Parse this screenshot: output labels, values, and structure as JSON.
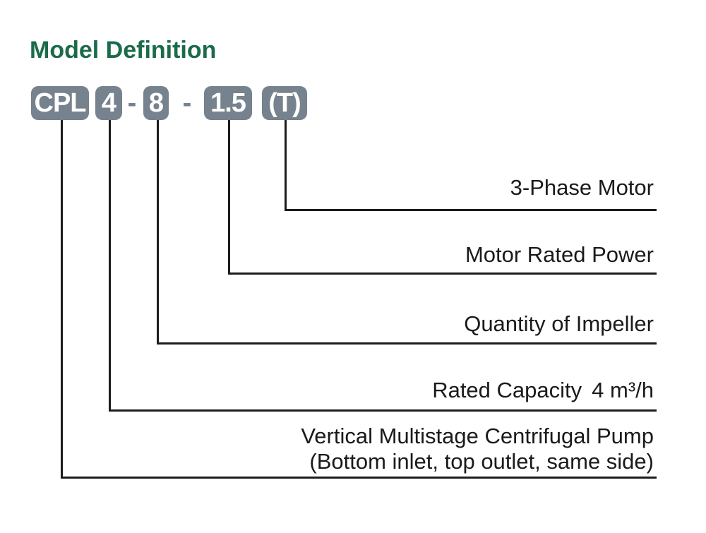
{
  "page": {
    "title": "Model Definition",
    "colors": {
      "title_green": "#1b6b4a",
      "box_gray": "#76828d",
      "box_text": "#ffffff",
      "line_black": "#1c1c1c",
      "label_black": "#1a1a1a",
      "background": "#ffffff"
    }
  },
  "model_code": {
    "full": "CPL 4 - 8 - 1.5 (T)",
    "separator": "-",
    "segments": [
      {
        "text": "CPL"
      },
      {
        "text": "4"
      },
      {
        "text": "8"
      },
      {
        "text": "1.5"
      },
      {
        "text": "(T)"
      }
    ]
  },
  "callouts": [
    {
      "for_segment": "(T)",
      "label": "3-Phase Motor"
    },
    {
      "for_segment": "1.5",
      "label": "Motor Rated Power"
    },
    {
      "for_segment": "8",
      "label": "Quantity of Impeller"
    },
    {
      "for_segment": "4",
      "label": "Rated Capacity",
      "value": "4 m³/h"
    },
    {
      "for_segment": "CPL",
      "label": "Vertical Multistage Centrifugal Pump",
      "label_line2": "(Bottom inlet, top outlet, same side)"
    }
  ]
}
